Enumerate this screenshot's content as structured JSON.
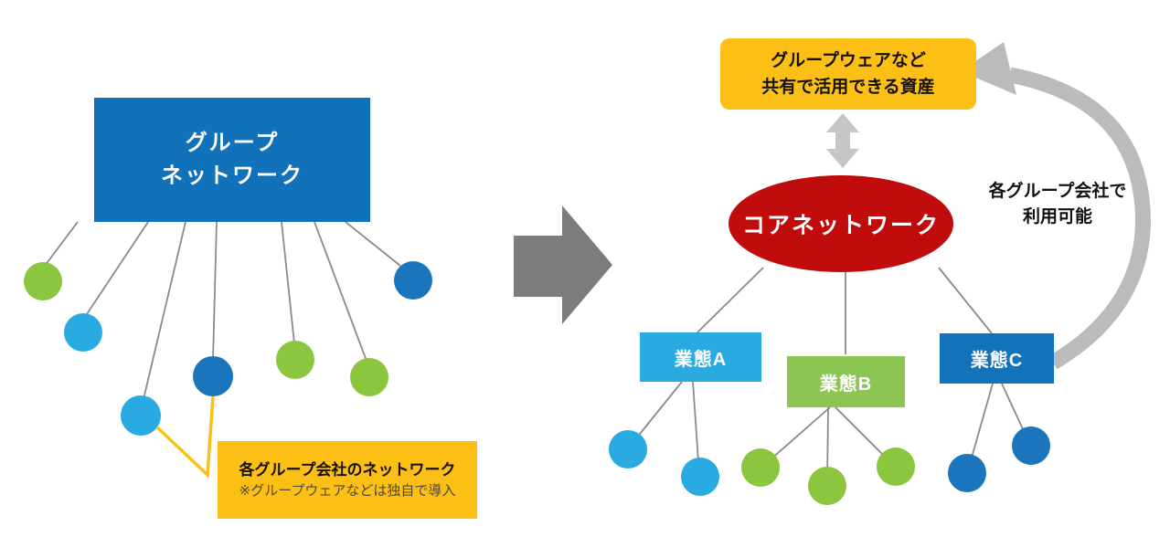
{
  "left": {
    "group_network": {
      "line1": "グループ",
      "line2": "ネットワーク"
    },
    "callout": {
      "title": "各グループ会社のネットワーク",
      "note": "※グループウェアなどは独自で導入"
    }
  },
  "right": {
    "shared_assets": {
      "line1": "グループウェアなど",
      "line2": "共有で活用できる資産"
    },
    "core_network_label": "コアネットワーク",
    "business_boxes": [
      {
        "label": "業態A"
      },
      {
        "label": "業態B"
      },
      {
        "label": "業態C"
      }
    ],
    "availability": {
      "line1": "各グループ会社で",
      "line2": "利用可能"
    }
  },
  "colors": {
    "deep_blue": "#1172B9",
    "light_blue": "#29ABE2",
    "dark_blue": "#1B75BC",
    "green": "#8CC63F",
    "green_box": "#8CC652",
    "red": "#C00C0D",
    "gold": "#FCBF16",
    "transform_arrow_gray": "#7C7C7C",
    "sync_arrow_gray": "#C6C6C6",
    "arc_arrow_gray": "#BBBBBB",
    "connector_gray": "#8A8A8A"
  }
}
